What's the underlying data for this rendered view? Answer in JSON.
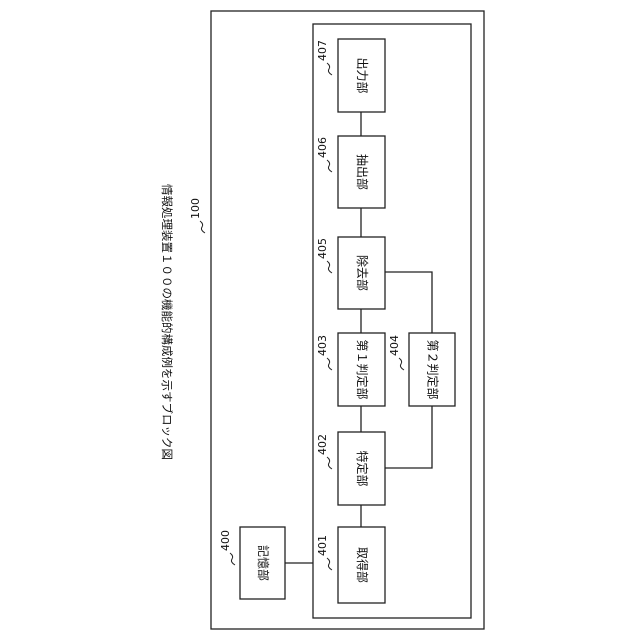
{
  "title": "情報処理装置１００の機能的構成例を示すブロック図",
  "apparatus": {
    "ref": "100"
  },
  "storage": {
    "ref": "400",
    "label": "記憶部"
  },
  "blocks": [
    {
      "ref": "401",
      "label": "取得部"
    },
    {
      "ref": "402",
      "label": "特定部"
    },
    {
      "ref": "403",
      "label": "第１判定部"
    },
    {
      "ref": "404",
      "label": "第２判定部"
    },
    {
      "ref": "405",
      "label": "除去部"
    },
    {
      "ref": "406",
      "label": "抽出部"
    },
    {
      "ref": "407",
      "label": "出力部"
    }
  ]
}
